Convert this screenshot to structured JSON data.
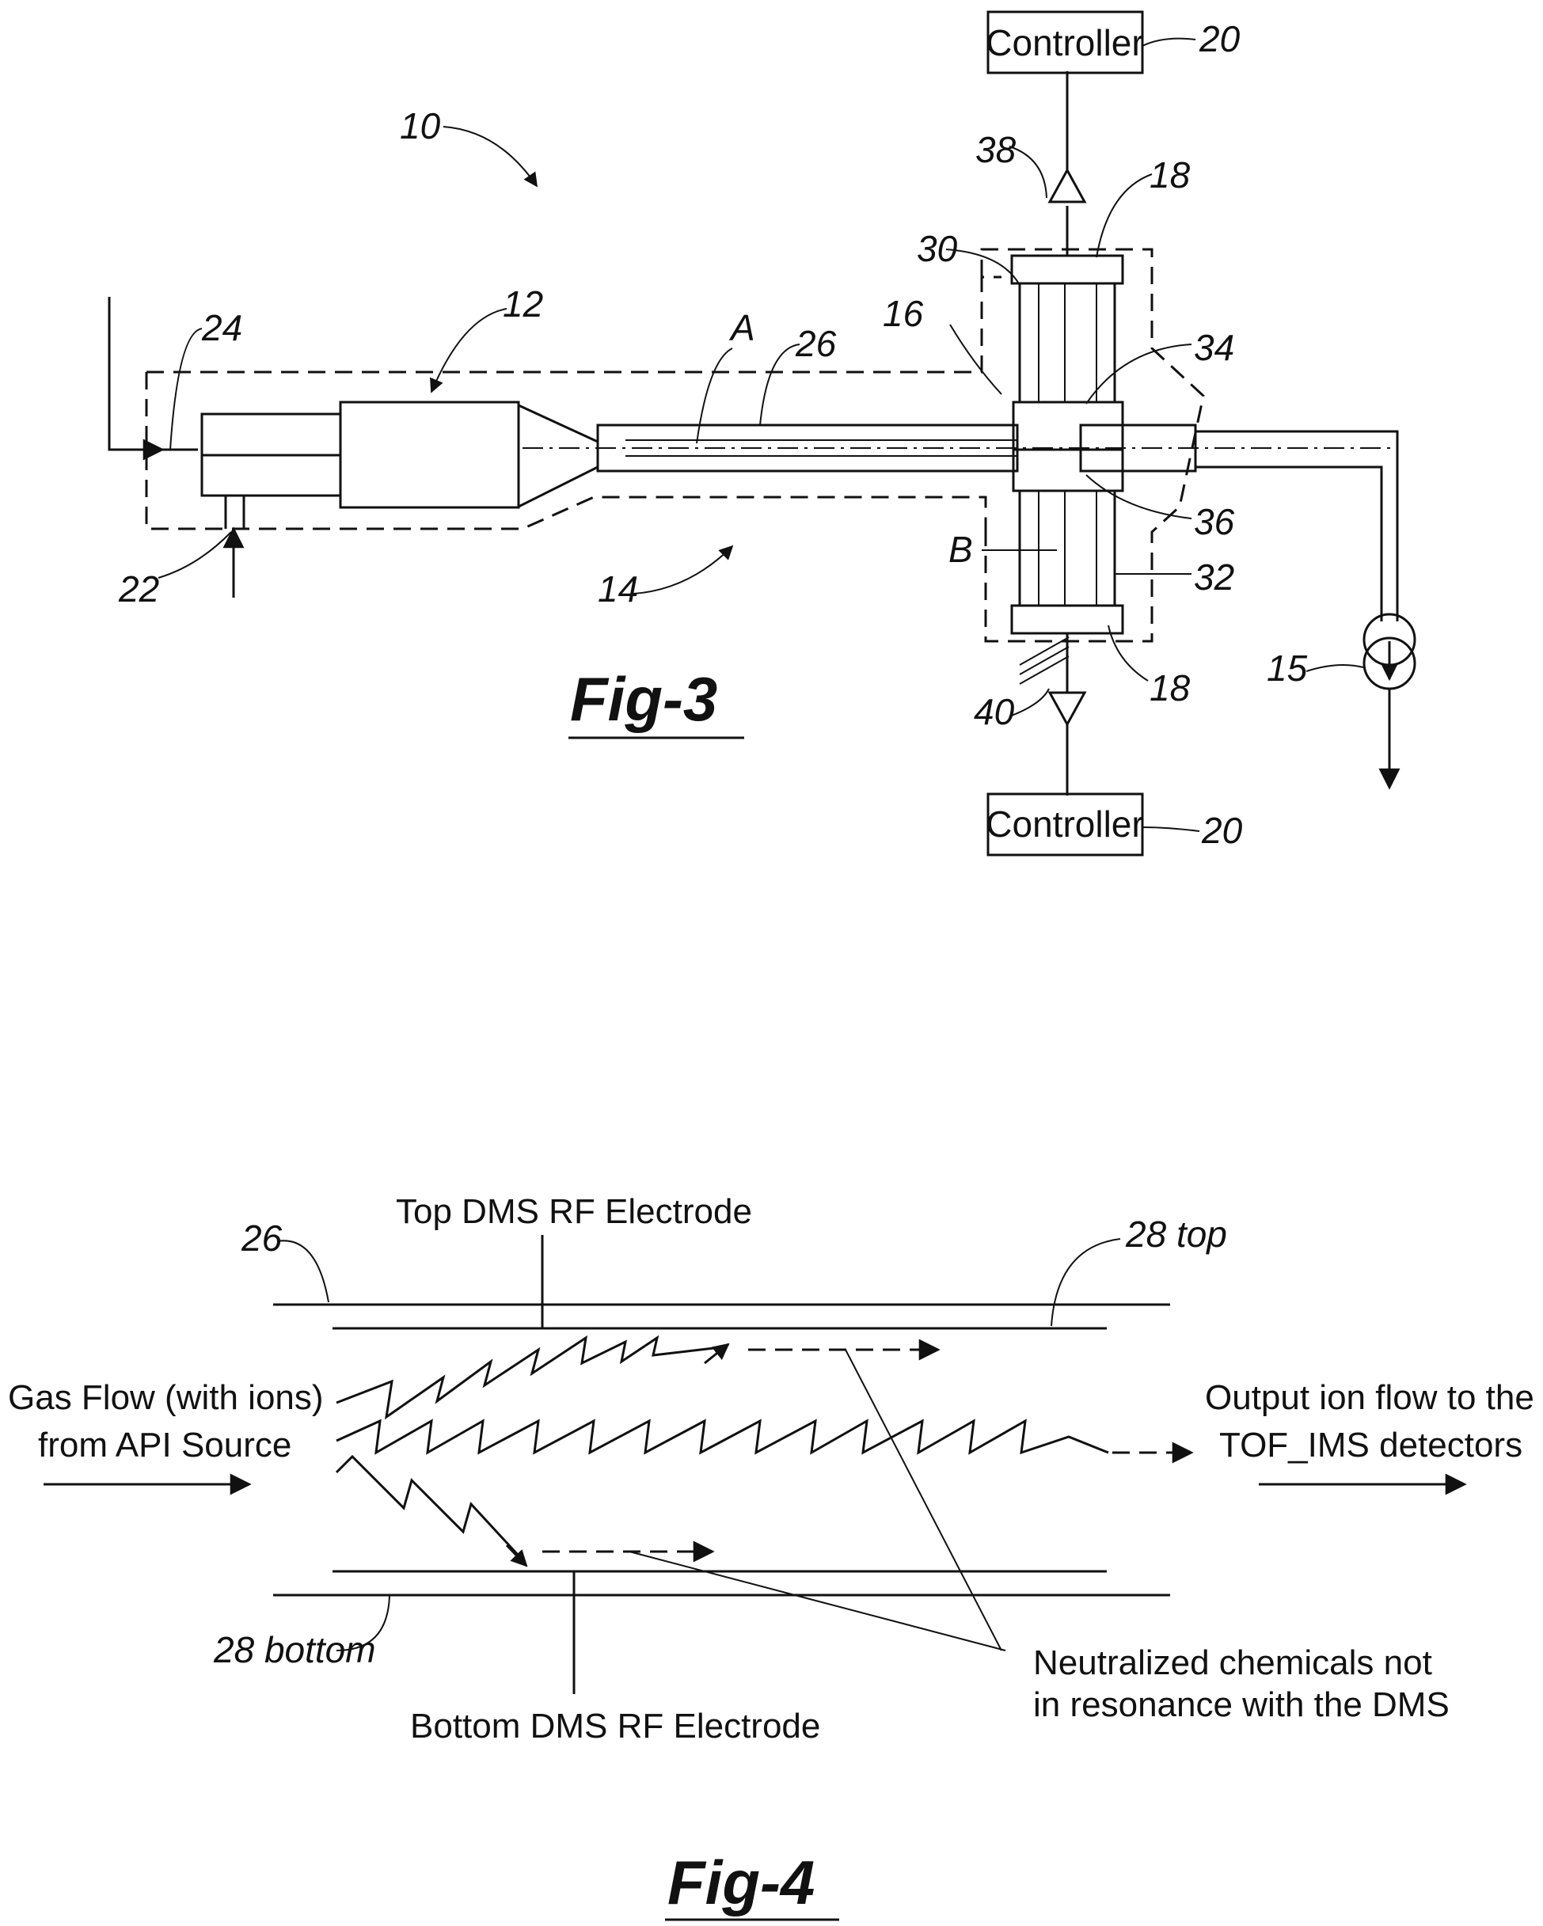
{
  "figures": {
    "fig3": {
      "title": "Fig-3",
      "controller_top": "Controller",
      "controller_bottom": "Controller",
      "refs": {
        "r10": "10",
        "r12": "12",
        "r14": "14",
        "r15": "15",
        "r16": "16",
        "r18a": "18",
        "r18b": "18",
        "r20a": "20",
        "r20b": "20",
        "r22": "22",
        "r24": "24",
        "r26": "26",
        "r30": "30",
        "r32": "32",
        "r34": "34",
        "r36": "36",
        "r38": "38",
        "r40": "40",
        "rA": "A",
        "rB": "B"
      }
    },
    "fig4": {
      "title": "Fig-4",
      "top_electrode": "Top DMS RF Electrode",
      "bottom_electrode": "Bottom DMS RF Electrode",
      "ref_26": "26",
      "ref_28top": "28 top",
      "ref_28bottom": "28 bottom",
      "gas_flow_line1": "Gas Flow (with ions)",
      "gas_flow_line2": "from API Source",
      "output_line1": "Output ion flow to the",
      "output_line2": "TOF_IMS detectors",
      "neutral_line1": "Neutralized chemicals not",
      "neutral_line2": "in resonance with the DMS"
    }
  }
}
